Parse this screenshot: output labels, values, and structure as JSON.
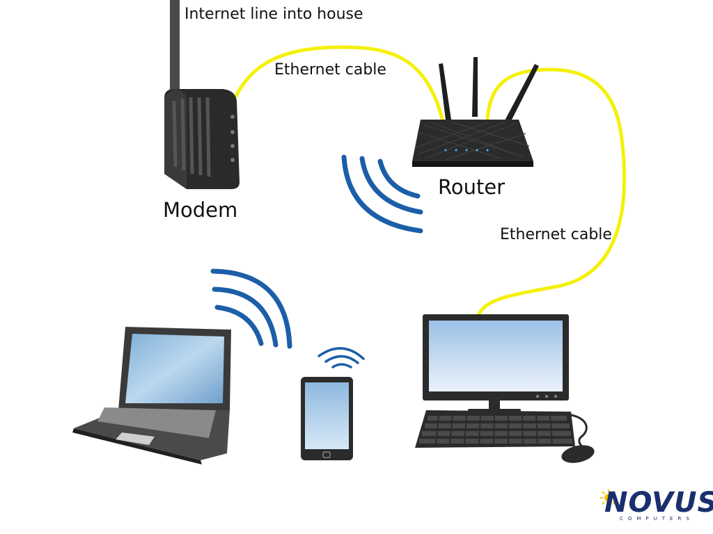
{
  "labels": {
    "internet_line": "Internet line into house",
    "ethernet_cable_top": "Ethernet cable",
    "router": "Router",
    "modem": "Modem",
    "ethernet_cable_right": "Ethernet cable"
  },
  "logo": {
    "word": "NOVUS",
    "subtitle": "COMPUTERS"
  },
  "colors": {
    "cable": "#f5f00a",
    "wifi": "#1c5ea8",
    "device_dark": "#2b2b2b",
    "screen": "#a9c9e8",
    "logo": "#1a2f6e"
  }
}
